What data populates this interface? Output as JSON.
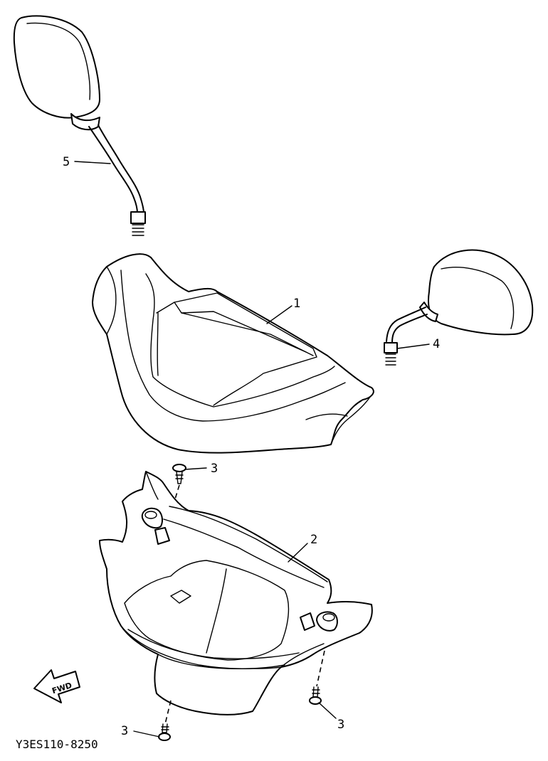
{
  "callouts": {
    "part_1": "1",
    "part_2": "2",
    "part_3_upper": "3",
    "part_3_right": "3",
    "part_3_left": "3",
    "part_4": "4",
    "part_5": "5"
  },
  "fwd_label": "FWD",
  "diagram_code": "Y3ES110-8250"
}
